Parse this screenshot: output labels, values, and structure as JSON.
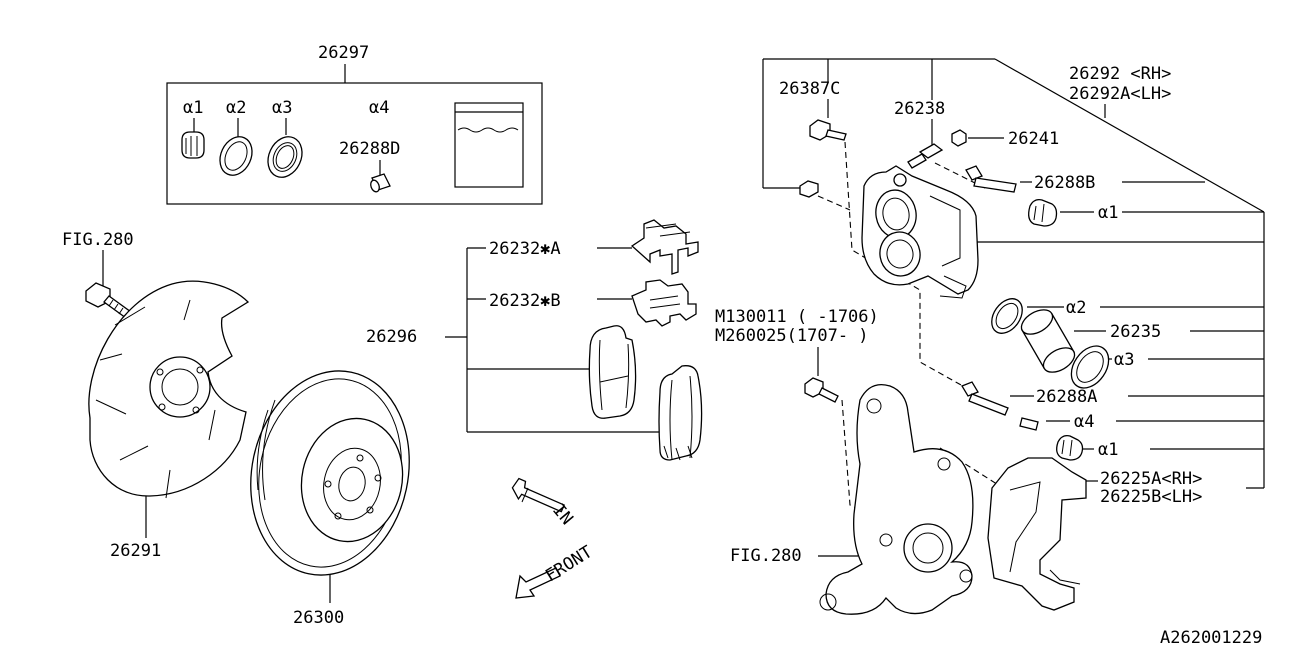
{
  "diagram_id": "A262001229",
  "kit": {
    "number": "26297",
    "items": [
      {
        "tag": "α1"
      },
      {
        "tag": "α2"
      },
      {
        "tag": "α3"
      },
      {
        "tag": "α4",
        "number": "26288D"
      }
    ]
  },
  "pads": {
    "assembly": "26296",
    "clip_a": "26232✱A",
    "clip_b": "26232✱B"
  },
  "left_labels": {
    "fig_bolt": "FIG.280",
    "shield": "26291",
    "rotor": "26300"
  },
  "arrows": {
    "in": "IN",
    "front": "FRONT"
  },
  "caliper": {
    "bolt_c": "26387C",
    "bleeder": "26238",
    "cap": "26241",
    "caliper_rh": "26292 <RH>",
    "caliper_lh": "26292A<LH>",
    "pin_b": "26288B",
    "a1_top": "α1",
    "a2": "α2",
    "piston": "26235",
    "a3": "α3",
    "pin_a": "26288A",
    "a4": "α4",
    "a1_bottom": "α1",
    "bracket_rh": "26225A<RH>",
    "bracket_lh": "26225B<LH>",
    "bolt_line1": "M130011 ( -1706)",
    "bolt_line2": "M260025(1707- )",
    "knuckle_fig": "FIG.280"
  }
}
